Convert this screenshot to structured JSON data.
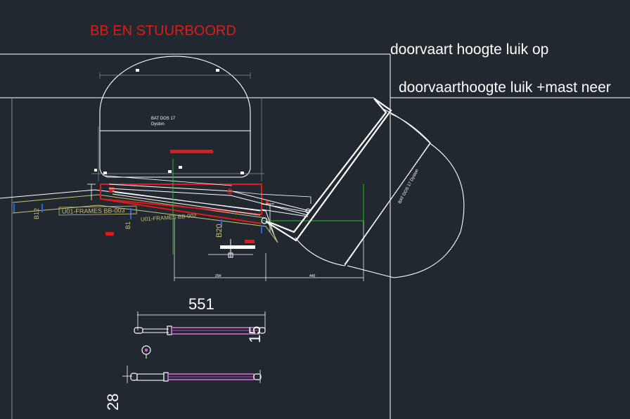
{
  "drawing": {
    "title": "BB EN STUURBOORD",
    "note_hatch_up": "doorvaart hoogte luik op",
    "note_hatch_mast_down": "doorvaarthoogte luik +mast neer",
    "dim_length": "551",
    "dim_diameter": "15",
    "dim_height": "28",
    "dim_294": "294",
    "dim_440": "440",
    "frame_label_1": "U01-FRAMES BB-003",
    "frame_label_2": "U01-FRAMES BB-002",
    "frame_b12": "B12",
    "frame_b1": "B1",
    "frame_b20": "B20",
    "boat_label_line1": "BAT DOS 17",
    "boat_label_line2": "Dyston",
    "boat_label_rotated": "BAT DOS 17 Dyston"
  },
  "colors": {
    "background": "#212830",
    "line": "#ffffff",
    "red": "#e01a1a",
    "green": "#19c419",
    "yellow": "#c9c27a",
    "magenta": "#d36ad6",
    "blue": "#2f62d9"
  }
}
